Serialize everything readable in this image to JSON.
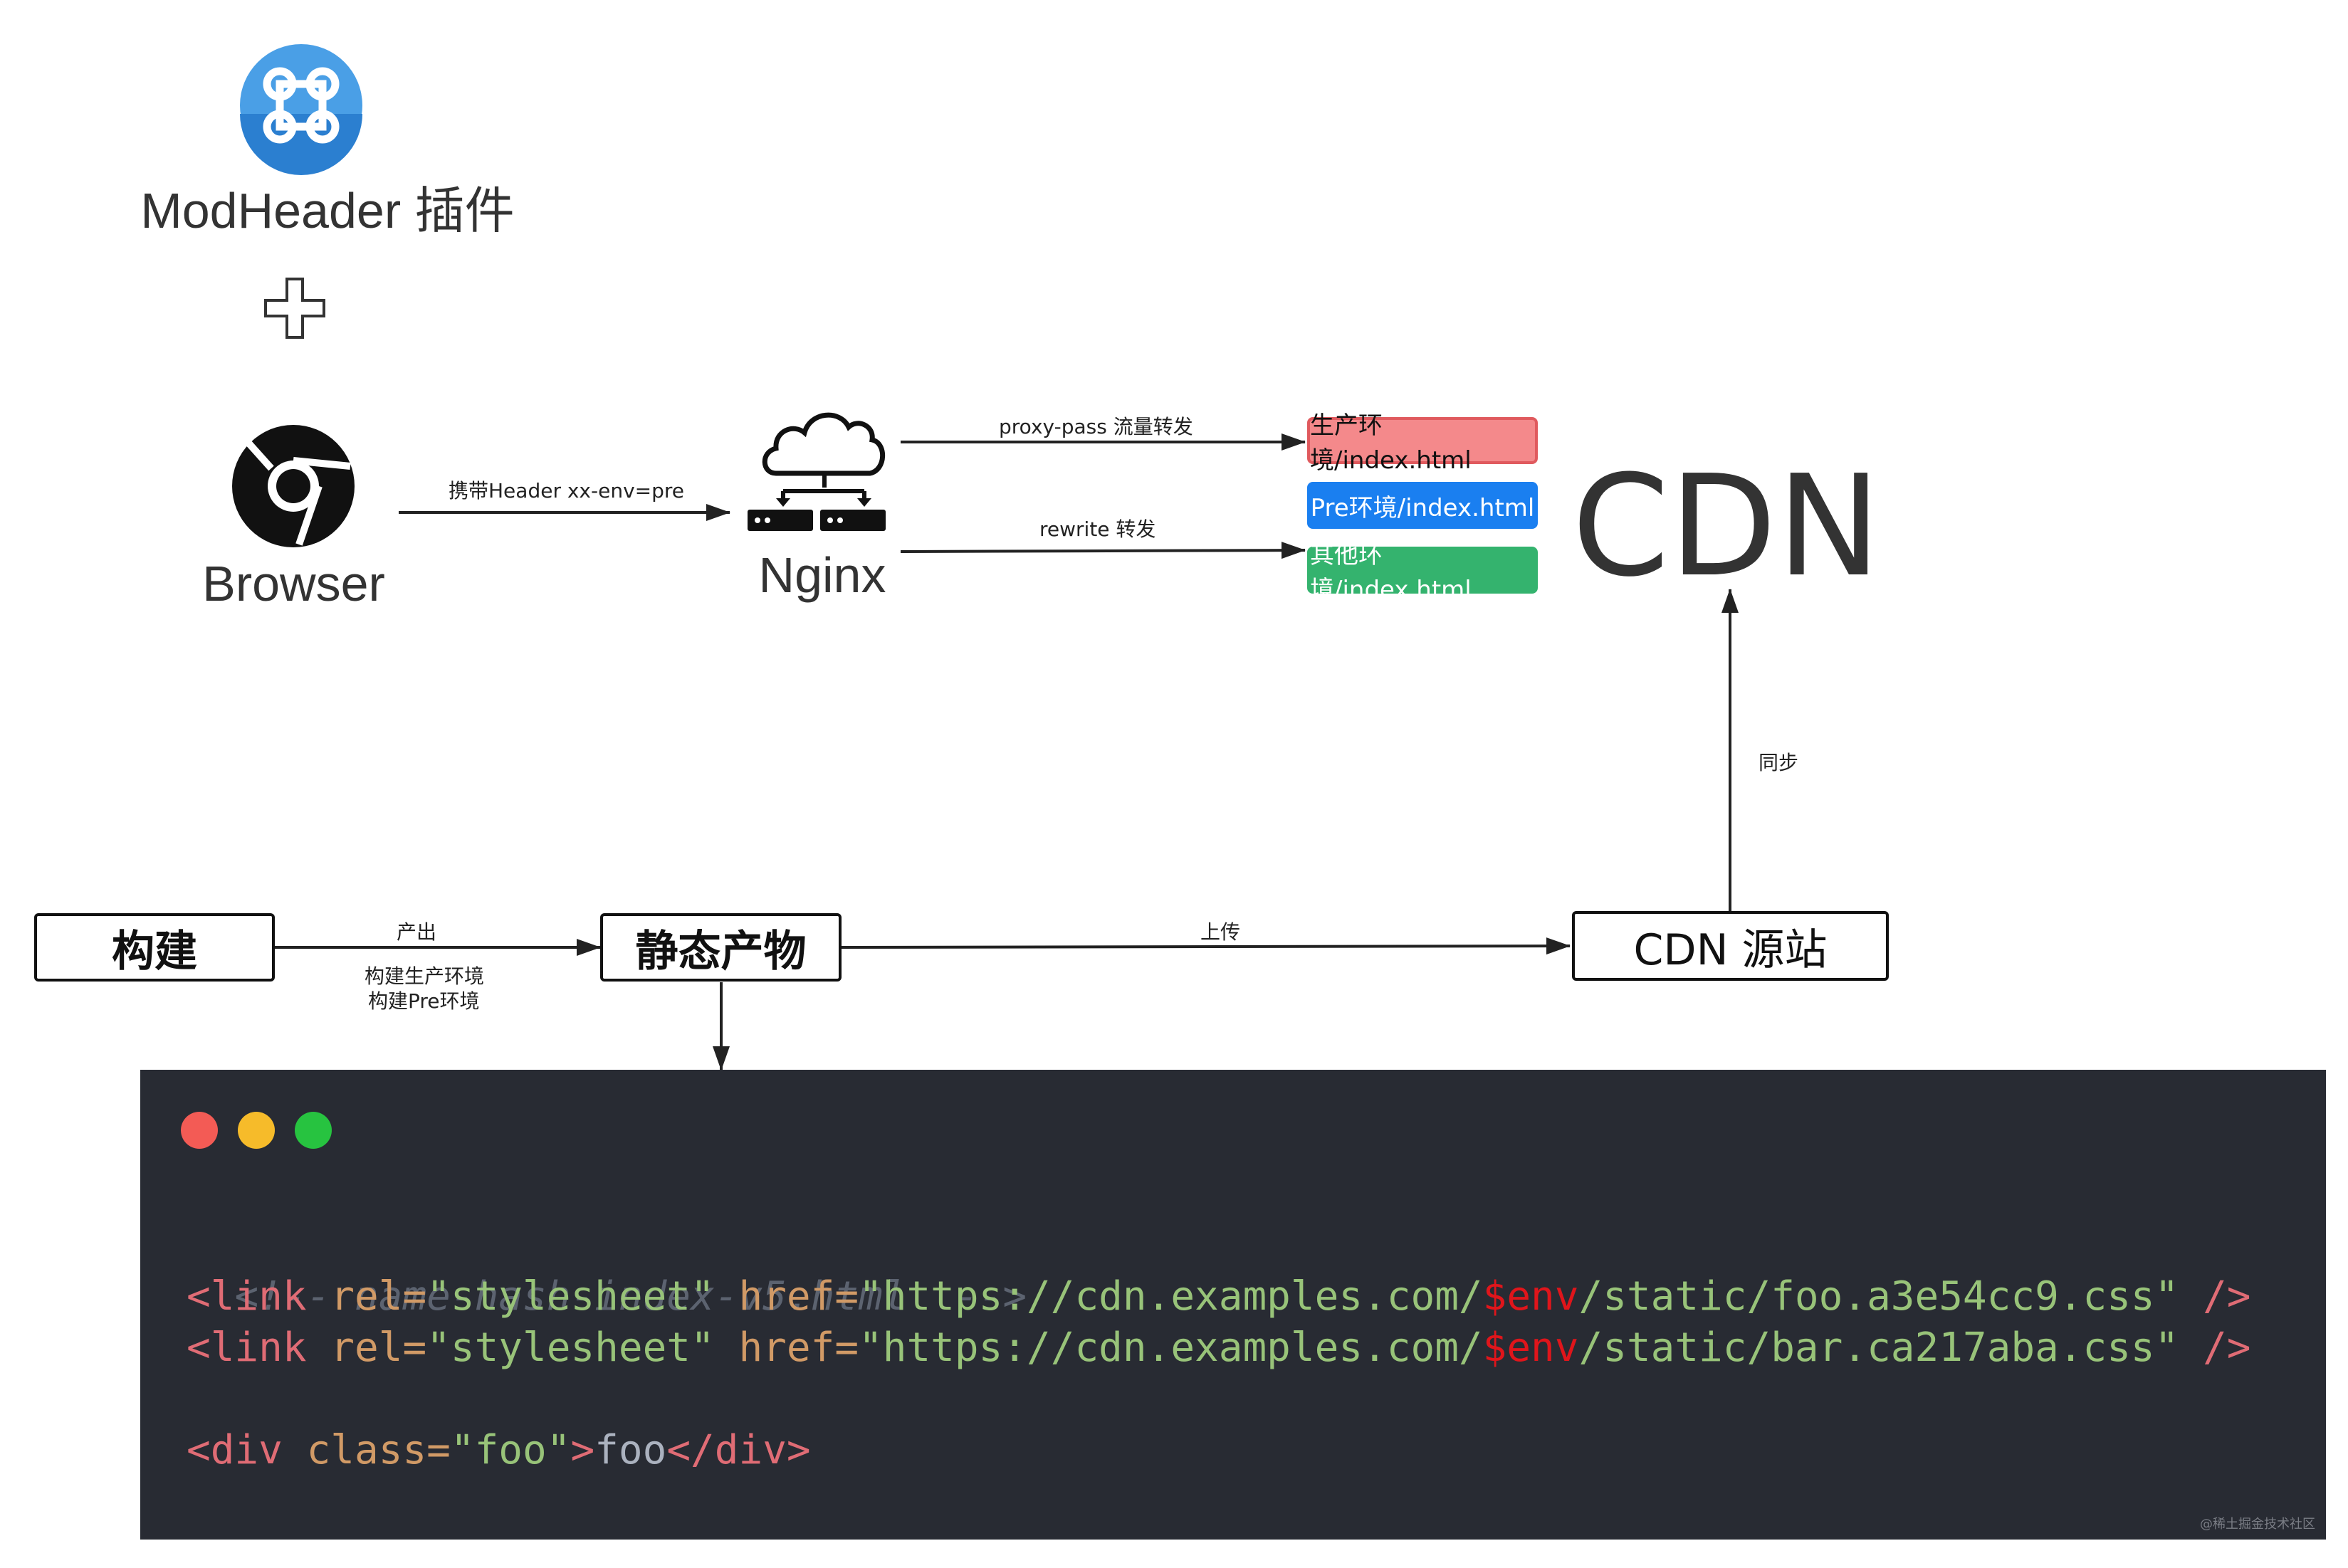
{
  "top": {
    "plugin_label": "ModHeader 插件",
    "browser_label": "Browser",
    "nginx_label": "Nginx",
    "cdn_label": "CDN"
  },
  "edges": {
    "browser_to_nginx": "携带Header xx-env=pre",
    "proxy_pass": "proxy-pass 流量转发",
    "rewrite": "rewrite 转发",
    "sync": "同步",
    "output": "产出",
    "build_prod": "构建生产环境",
    "build_pre": "构建Pre环境",
    "upload": "上传"
  },
  "targets": [
    {
      "label": "生产环境/index.html",
      "bg": "#f4898b",
      "border": "#e05a5e",
      "color": "#111111"
    },
    {
      "label": "Pre环境/index.html",
      "bg": "#1a7ff0",
      "border": "#1a7ff0",
      "color": "#ffffff"
    },
    {
      "label": "其他环境/index.html",
      "bg": "#34b36e",
      "border": "#34b36e",
      "color": "#ffffff"
    }
  ],
  "bottom": {
    "build": "构建",
    "artifact": "静态产物",
    "origin": "CDN 源站"
  },
  "code": {
    "dots": [
      "#f35b55",
      "#f6bb2a",
      "#27c340"
    ],
    "comment": "<!-- name-hash-index-v5.html  -->",
    "l1_open": "<link ",
    "l1_rel_attr": "rel=",
    "l1_rel_val": "\"stylesheet\" ",
    "l1_href_attr": "href=",
    "l1_href_a": "\"https://cdn.examples.com/",
    "l1_var": "$env",
    "l1_href_b": "/static/foo.a3e54cc9.css\" ",
    "l1_close": "/>",
    "l2_open": "<link ",
    "l2_rel_attr": "rel=",
    "l2_rel_val": "\"stylesheet\" ",
    "l2_href_attr": "href=",
    "l2_href_a": "\"https://cdn.examples.com/",
    "l2_var": "$env",
    "l2_href_b": "/static/bar.ca217aba.css\" ",
    "l2_close": "/>",
    "l3_open": "<div ",
    "l3_attr": "class=",
    "l3_val": "\"foo\"",
    "l3_gt": ">",
    "l3_text": "foo",
    "l3_close": "</div>"
  },
  "watermark": "@稀土掘金技术社区"
}
